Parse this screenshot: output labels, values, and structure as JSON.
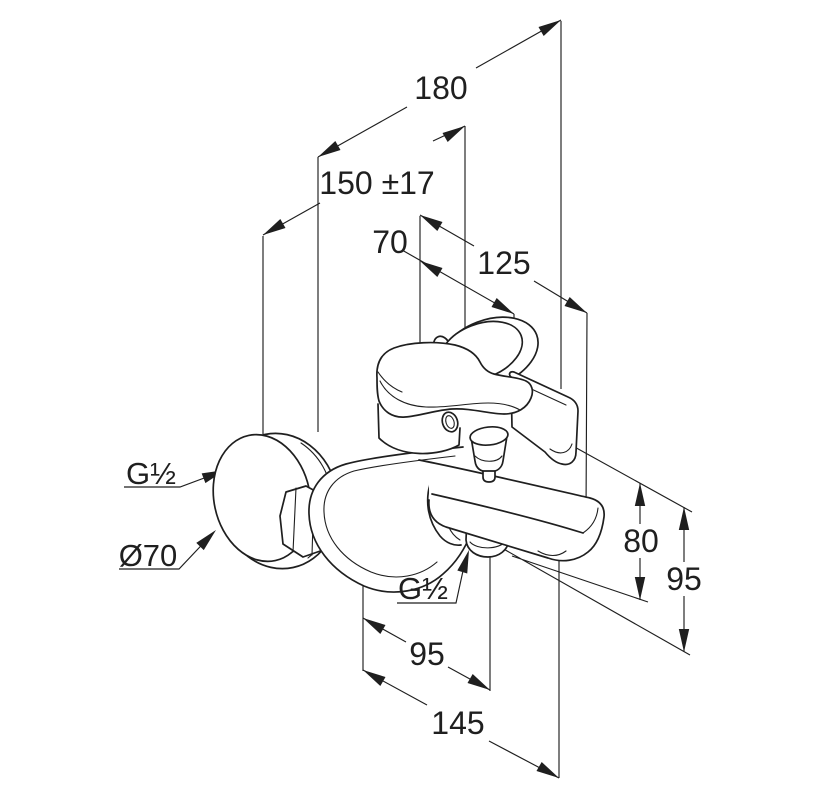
{
  "labels": {
    "dim_overall_width": "180",
    "dim_connection_spacing": "150 ±17",
    "dim_handle_offset": "70",
    "dim_body_width": "125",
    "dim_drop_spout": "80",
    "dim_drop_outlet": "95",
    "dim_reach_outlet": "95",
    "dim_reach_overall": "145",
    "note_supply_thread": "G½",
    "note_escutcheon_diameter": "Ø70",
    "note_outlet_thread": "G½"
  },
  "colors": {
    "line": "#1f1f1f",
    "background": "#ffffff"
  }
}
